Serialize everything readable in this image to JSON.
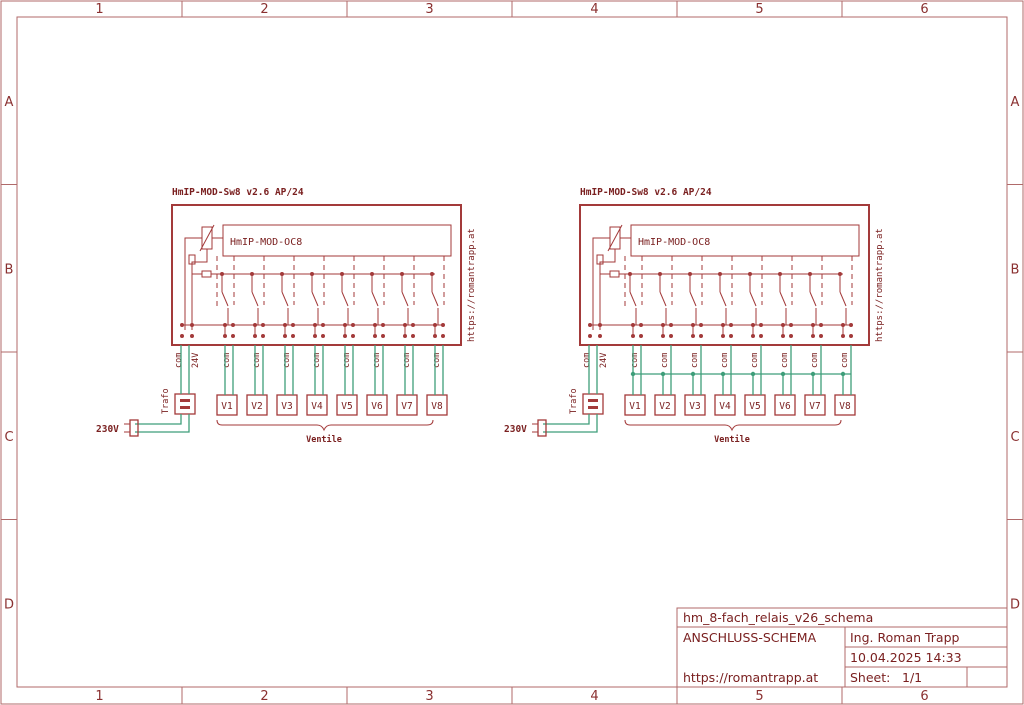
{
  "frame": {
    "columns": [
      "1",
      "2",
      "3",
      "4",
      "5",
      "6"
    ],
    "rows": [
      "A",
      "B",
      "C",
      "D"
    ]
  },
  "modules": [
    {
      "title": "HmIP-MOD-Sw8 v2.6 AP/24",
      "board": "HmIP-MOD-OC8",
      "url_vertical": "https://romantrapp.at",
      "labels": {
        "com": "com",
        "v24": "24V",
        "trafo": "Trafo",
        "mains": "230V",
        "group": "Ventile"
      },
      "valves": [
        "V1",
        "V2",
        "V3",
        "V4",
        "V5",
        "V6",
        "V7",
        "V8"
      ],
      "wiring": "individual"
    },
    {
      "title": "HmIP-MOD-Sw8 v2.6 AP/24",
      "board": "HmIP-MOD-OC8",
      "url_vertical": "https://romantrapp.at",
      "labels": {
        "com": "com",
        "v24": "24V",
        "trafo": "Trafo",
        "mains": "230V",
        "group": "Ventile"
      },
      "valves": [
        "V1",
        "V2",
        "V3",
        "V4",
        "V5",
        "V6",
        "V7",
        "V8"
      ],
      "wiring": "bridged"
    }
  ],
  "title_block": {
    "filename": "hm_8-fach_relais_v26_schema",
    "doc_type": "ANSCHLUSS-SCHEMA",
    "author": "Ing. Roman Trapp",
    "datetime": "10.04.2025 14:33",
    "website": "https://romantrapp.at",
    "sheet_label": "Sheet:",
    "sheet_value": "1/1"
  }
}
